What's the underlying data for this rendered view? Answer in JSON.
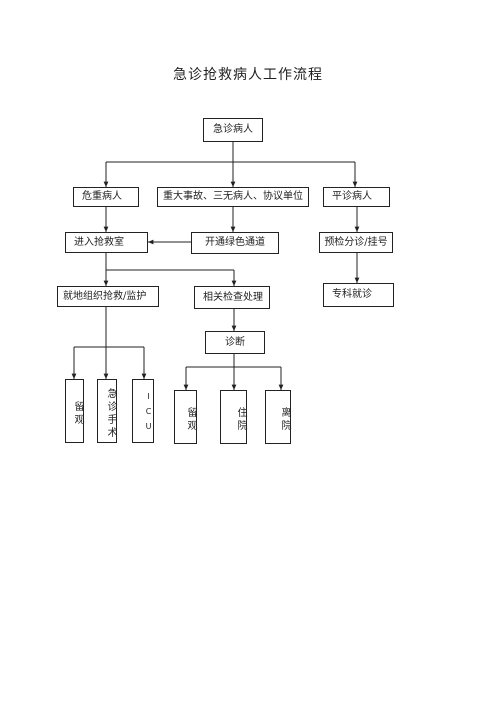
{
  "title": "急诊抢救病人工作流程",
  "nodes": {
    "emergency_patient": "急诊病人",
    "critical_patient": "危重病人",
    "major_accident": "重大事故、三无病人、协议单位",
    "ordinary_patient": "平诊病人",
    "rescue_room": "进入抢救室",
    "green_channel": "开通绿色通道",
    "triage_registration": "预检分诊/挂号",
    "onsite_rescue_monitor": "就地组织抢救/监护",
    "related_exams": "相关检查处理",
    "specialist_visit": "专科就诊",
    "diagnosis": "诊断",
    "observe_left": "留观",
    "emergency_surgery": "急诊手术",
    "icu": "ICU",
    "observe_right": "留观",
    "hospitalize": "住院",
    "leave_hospital": "离院"
  },
  "colors": {
    "line": "#222222",
    "text": "#222222",
    "background": "#ffffff"
  }
}
